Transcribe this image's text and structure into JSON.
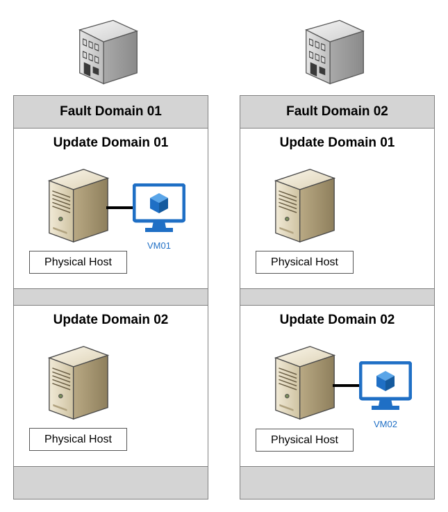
{
  "fault_domains": [
    {
      "title": "Fault Domain 01",
      "update_domains": [
        {
          "title": "Update Domain 01",
          "host_label": "Physical Host",
          "vm": "VM01"
        },
        {
          "title": "Update Domain 02",
          "host_label": "Physical Host",
          "vm": null
        }
      ]
    },
    {
      "title": "Fault Domain 02",
      "update_domains": [
        {
          "title": "Update Domain 01",
          "host_label": "Physical Host",
          "vm": null
        },
        {
          "title": "Update Domain 02",
          "host_label": "Physical Host",
          "vm": "VM02"
        }
      ]
    }
  ],
  "colors": {
    "header_fill": "#d4d4d4",
    "border": "#7f7f7f",
    "vm_blue": "#1f6fc5"
  },
  "icons": {
    "datacenter": "datacenter-building-icon",
    "server": "server-tower-icon",
    "vm": "virtual-machine-monitor-icon"
  }
}
